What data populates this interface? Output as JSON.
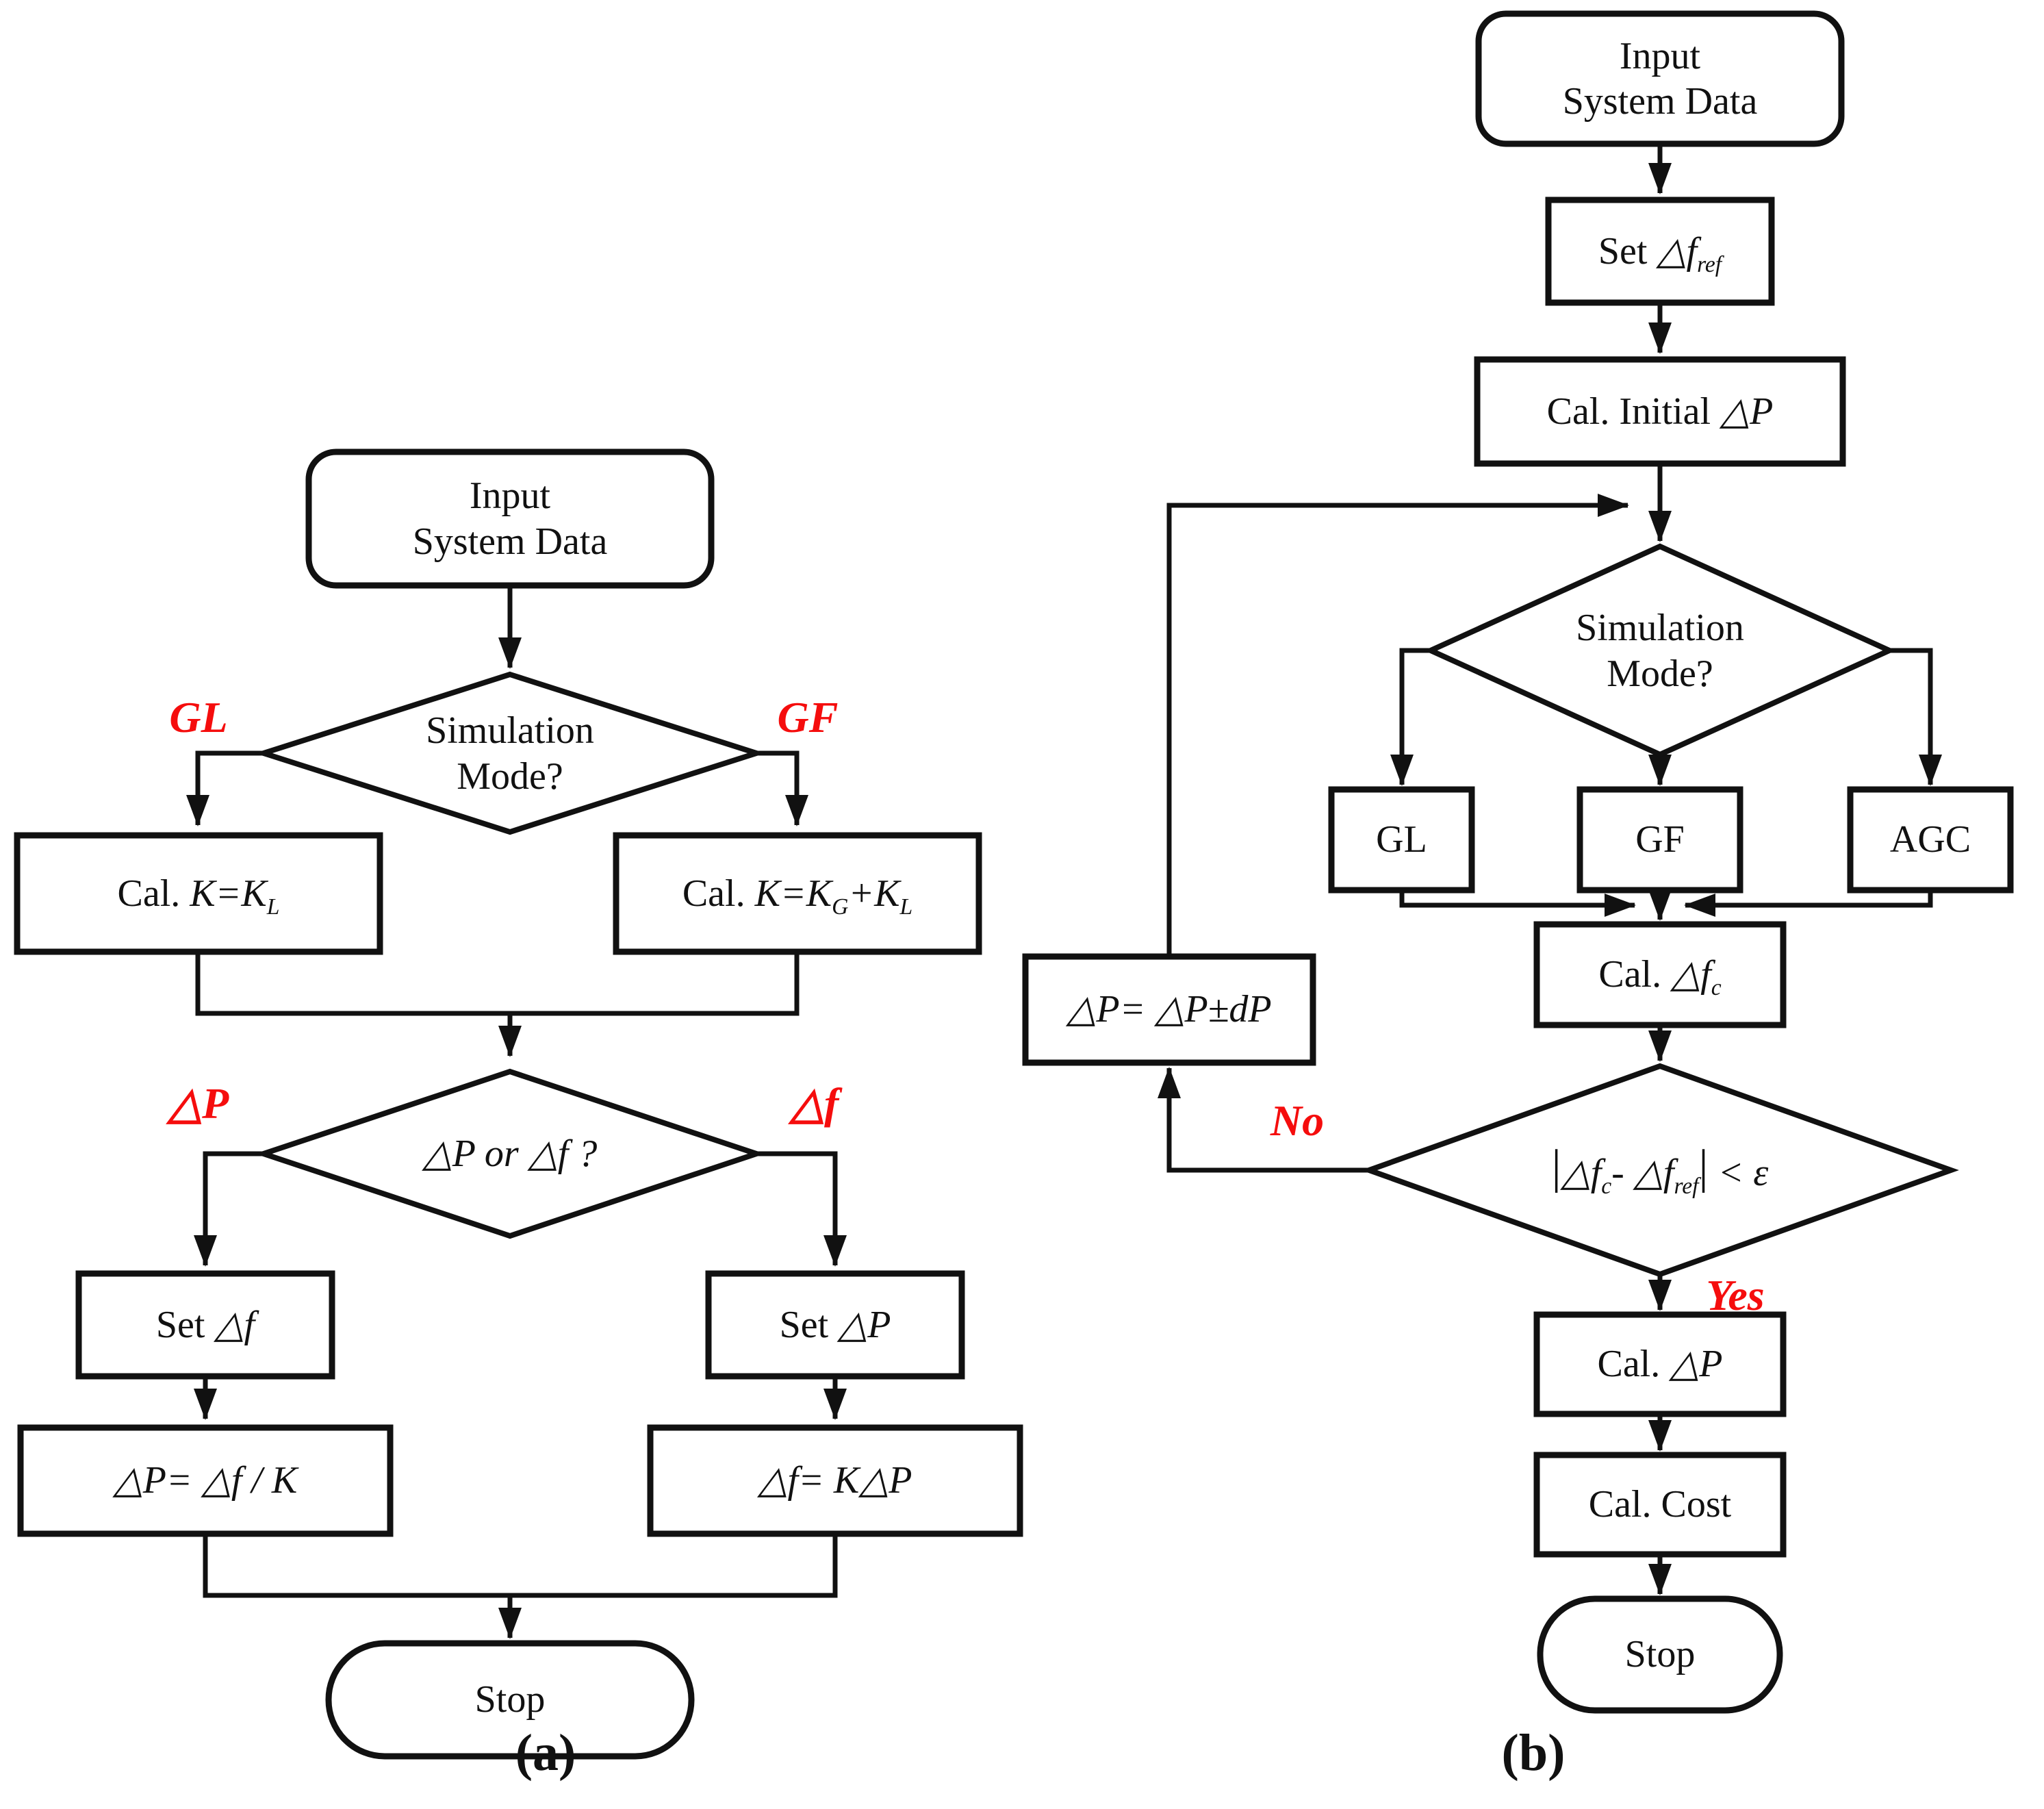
{
  "colors": {
    "line": "#111111",
    "red_label": "#f50d0d",
    "background": "#ffffff"
  },
  "panel_a": {
    "caption": "(a)",
    "start": {
      "line1": "Input",
      "line2": "System Data"
    },
    "decision_mode": {
      "line1": "Simulation",
      "line2": "Mode?"
    },
    "label_gl": "GL",
    "label_gf": "GF",
    "cal_kl": {
      "pre": "Cal. ",
      "math": "K=K",
      "sub": "L"
    },
    "cal_kgkl": {
      "pre": "Cal. ",
      "math1": "K=K",
      "sub1": "G",
      "math2": "+K",
      "sub2": "L"
    },
    "decision_pf": "△P or △f ?",
    "label_dp": "△P",
    "label_df": "△f",
    "set_f": {
      "pre": "Set ",
      "math": "△f"
    },
    "set_p": {
      "pre": "Set ",
      "math": "△P"
    },
    "calc_dp": "△P= △f / K",
    "calc_df": "△f= K△P",
    "stop": "Stop"
  },
  "panel_b": {
    "caption": "(b)",
    "start": {
      "line1": "Input",
      "line2": "System Data"
    },
    "set_fref": {
      "pre": "Set ",
      "math": "△f",
      "sub": "ref"
    },
    "cal_initial": {
      "pre": "Cal. Initial ",
      "math": "△P"
    },
    "decision_mode": {
      "line1": "Simulation",
      "line2": "Mode?"
    },
    "mode_gl": "GL",
    "mode_gf": "GF",
    "mode_agc": "AGC",
    "cal_fc": {
      "pre": "Cal. ",
      "math": "△f",
      "sub": "c"
    },
    "dp_update": "△P= △P±dP",
    "decision_eps": {
      "bar1": "|",
      "math1": "△f",
      "sub1": "c",
      "math2": "- △f",
      "sub2": "ref",
      "bar2": "|",
      "cmp": " < ε"
    },
    "label_no": "No",
    "label_yes": "Yes",
    "cal_p": {
      "pre": "Cal. ",
      "math": "△P"
    },
    "cal_cost": "Cal. Cost",
    "stop": "Stop"
  }
}
